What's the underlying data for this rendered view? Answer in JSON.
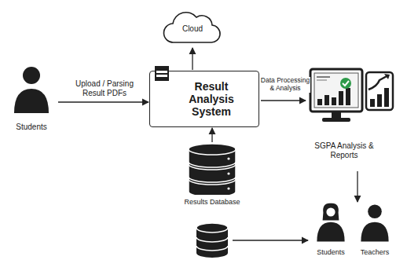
{
  "diagram": {
    "nodes": [
      {
        "text": [
          "Cloud"
        ]
      },
      {
        "text": [
          "Students"
        ]
      },
      {
        "text": [
          "Result Analysis System"
        ]
      },
      {
        "text": [
          "SGPA Analysis & Reports"
        ]
      },
      {
        "text": [
          "Results Database"
        ]
      },
      {
        "text": [
          "Students"
        ]
      },
      {
        "text": [
          "Teachers"
        ]
      }
    ],
    "edges": [
      {
        "from": 1,
        "to": 2,
        "label": "Upload / Parsing Result PDFs",
        "arrow": "to"
      },
      {
        "from": 2,
        "to": 0,
        "arrow": "to"
      },
      {
        "from": 2,
        "to": 3,
        "label": "Data Processing & Analysis",
        "arrow": "to"
      },
      {
        "from": 4,
        "to": 2,
        "arrow": "to"
      },
      {
        "from": 3,
        "to": 6,
        "arrow": "to"
      }
    ]
  }
}
